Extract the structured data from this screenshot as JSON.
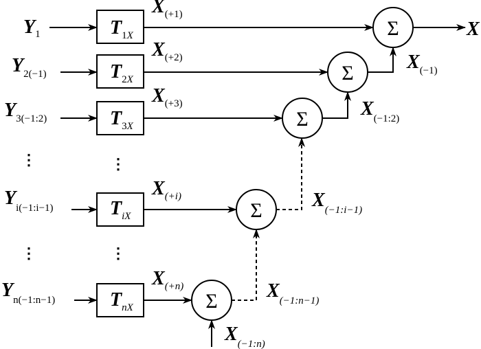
{
  "diagram": {
    "output_label": "X",
    "sum_symbol": "Σ",
    "ellipsis": "⋮",
    "rows": [
      {
        "input": {
          "main": "Y",
          "sub": "1",
          "sub_italic": ""
        },
        "block": {
          "main": "T",
          "sub_a": "1",
          "sub_b": "X"
        },
        "edge": {
          "main": "X",
          "sub": "(+1)"
        }
      },
      {
        "input": {
          "main": "Y",
          "sub": "2(−1)",
          "sub_italic": ""
        },
        "block": {
          "main": "T",
          "sub_a": "2",
          "sub_b": "X"
        },
        "edge": {
          "main": "X",
          "sub": "(+2)"
        }
      },
      {
        "input": {
          "main": "Y",
          "sub": "3(−1:2)",
          "sub_italic": ""
        },
        "block": {
          "main": "T",
          "sub_a": "3",
          "sub_b": "X"
        },
        "edge": {
          "main": "X",
          "sub": "(+3)"
        }
      },
      {
        "input": {
          "main": "Y",
          "sub": "i(−1:i−1)",
          "sub_italic": ""
        },
        "block": {
          "main": "T",
          "sub_a": "i",
          "sub_b": "X"
        },
        "edge": {
          "main": "X",
          "sub": "(+i)"
        }
      },
      {
        "input": {
          "main": "Y",
          "sub": "n(−1:n−1)",
          "sub_italic": ""
        },
        "block": {
          "main": "T",
          "sub_a": "n",
          "sub_b": "X"
        },
        "edge": {
          "main": "X",
          "sub": "(+n)"
        }
      }
    ],
    "partial_sums": [
      {
        "main": "X",
        "sub": "(−1)"
      },
      {
        "main": "X",
        "sub": "(−1:2)"
      },
      {
        "main": "X",
        "sub": "(−1:i−1)"
      },
      {
        "main": "X",
        "sub": "(−1:n−1)"
      },
      {
        "main": "X",
        "sub": "(−1:n)"
      }
    ]
  }
}
